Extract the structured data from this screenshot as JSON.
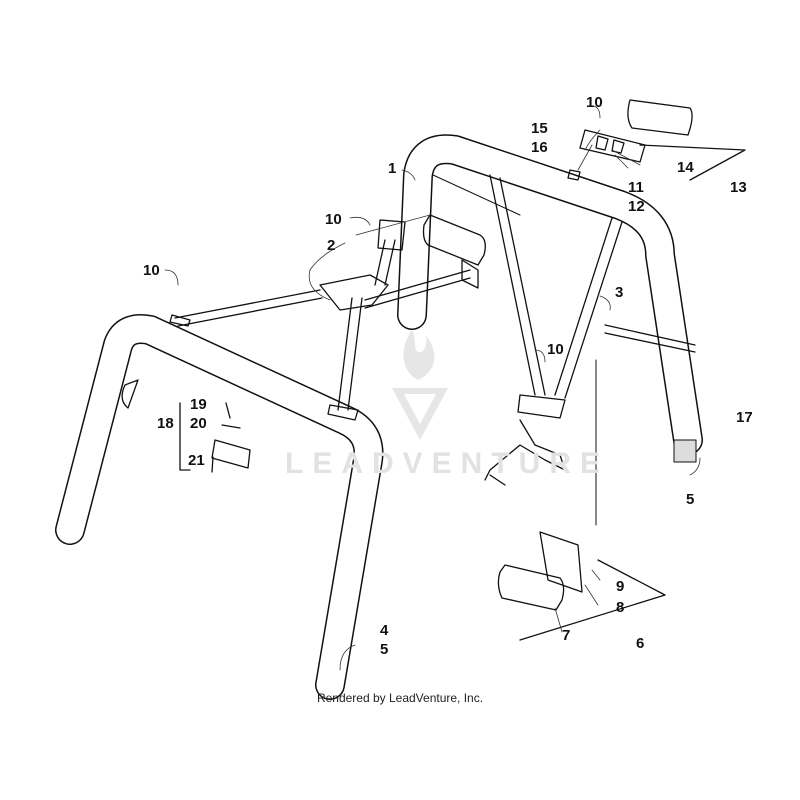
{
  "diagram": {
    "callouts": [
      {
        "id": "c1",
        "label": "1"
      },
      {
        "id": "c2",
        "label": "2"
      },
      {
        "id": "c3",
        "label": "3"
      },
      {
        "id": "c4",
        "label": "4"
      },
      {
        "id": "c5a",
        "label": "5"
      },
      {
        "id": "c5b",
        "label": "5"
      },
      {
        "id": "c6",
        "label": "6"
      },
      {
        "id": "c7",
        "label": "7"
      },
      {
        "id": "c8",
        "label": "8"
      },
      {
        "id": "c9",
        "label": "9"
      },
      {
        "id": "c10a",
        "label": "10"
      },
      {
        "id": "c10b",
        "label": "10"
      },
      {
        "id": "c10c",
        "label": "10"
      },
      {
        "id": "c10d",
        "label": "10"
      },
      {
        "id": "c11",
        "label": "11"
      },
      {
        "id": "c12",
        "label": "12"
      },
      {
        "id": "c13",
        "label": "13"
      },
      {
        "id": "c14",
        "label": "14"
      },
      {
        "id": "c15",
        "label": "15"
      },
      {
        "id": "c16",
        "label": "16"
      },
      {
        "id": "c17",
        "label": "17"
      },
      {
        "id": "c18",
        "label": "18"
      },
      {
        "id": "c19",
        "label": "19"
      },
      {
        "id": "c20",
        "label": "20"
      },
      {
        "id": "c21",
        "label": "21"
      }
    ],
    "watermark": "LEADVENTURE",
    "footer": "Rendered by LeadVenture, Inc."
  }
}
